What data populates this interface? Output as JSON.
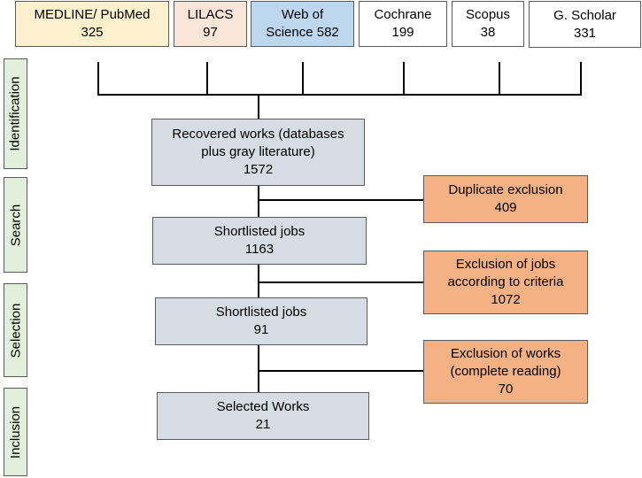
{
  "sources": [
    {
      "name": "MEDLINE/ PubMed",
      "count": "325"
    },
    {
      "name": "LILACS",
      "count": "97"
    },
    {
      "name": "Web of",
      "name2": "Science 582"
    },
    {
      "name": "Cochrane",
      "count": "199"
    },
    {
      "name": "Scopus",
      "count": "38"
    },
    {
      "name": "G. Scholar",
      "count": "331"
    }
  ],
  "stages": {
    "identification": "Identification",
    "search": "Search",
    "selection": "Selection",
    "inclusion": "Inclusion"
  },
  "main": {
    "recovered": {
      "line1": "Recovered works (databases",
      "line2": "plus gray literature)",
      "count": "1572"
    },
    "shortlisted1": {
      "label": "Shortlisted jobs",
      "count": "1163"
    },
    "shortlisted2": {
      "label": "Shortlisted jobs",
      "count": "91"
    },
    "selected": {
      "label": "Selected Works",
      "count": "21"
    }
  },
  "exclusions": {
    "duplicate": {
      "label": "Duplicate exclusion",
      "count": "409"
    },
    "criteria": {
      "line1": "Exclusion of jobs",
      "line2": "according to criteria",
      "count": "1072"
    },
    "reading": {
      "line1": "Exclusion of works",
      "line2": "(complete reading)",
      "count": "70"
    }
  },
  "colors": {
    "medline": "#fdf0cc",
    "lilacs": "#fbe5d9",
    "web_of_science": "#bdd7ee",
    "main_box": "#d6dce4",
    "exclusion_box": "#f4b183",
    "stage_label": "#e2efda"
  }
}
